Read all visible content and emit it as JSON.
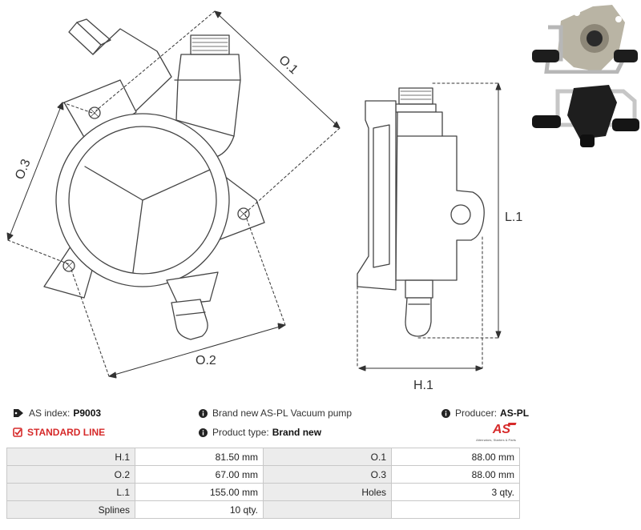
{
  "dimensions": {
    "o1": "O.1",
    "o2": "O.2",
    "o3": "O.3",
    "l1": "L.1",
    "h1": "H.1"
  },
  "info": {
    "as_index_label": "AS index:",
    "as_index_value": "P9003",
    "line": "STANDARD LINE",
    "description": "Brand new AS-PL Vacuum pump",
    "product_type_label": "Product type:",
    "product_type_value": "Brand new",
    "producer_label": "Producer:",
    "producer_value": "AS-PL",
    "logo_text": "AS",
    "logo_tagline": "Alternators, Starters & Parts"
  },
  "specs": [
    {
      "k1": "H.1",
      "v1": "81.50 mm",
      "k2": "O.1",
      "v2": "88.00 mm"
    },
    {
      "k1": "O.2",
      "v1": "67.00 mm",
      "k2": "O.3",
      "v2": "88.00 mm"
    },
    {
      "k1": "L.1",
      "v1": "155.00 mm",
      "k2": "Holes",
      "v2": "3 qty."
    },
    {
      "k1": "Splines",
      "v1": "10 qty.",
      "k2": "",
      "v2": ""
    }
  ],
  "colors": {
    "accent_red": "#d62a2a",
    "drawing_line": "#444444"
  },
  "icons": [
    "tag-icon",
    "info-icon",
    "checkbox-icon"
  ]
}
